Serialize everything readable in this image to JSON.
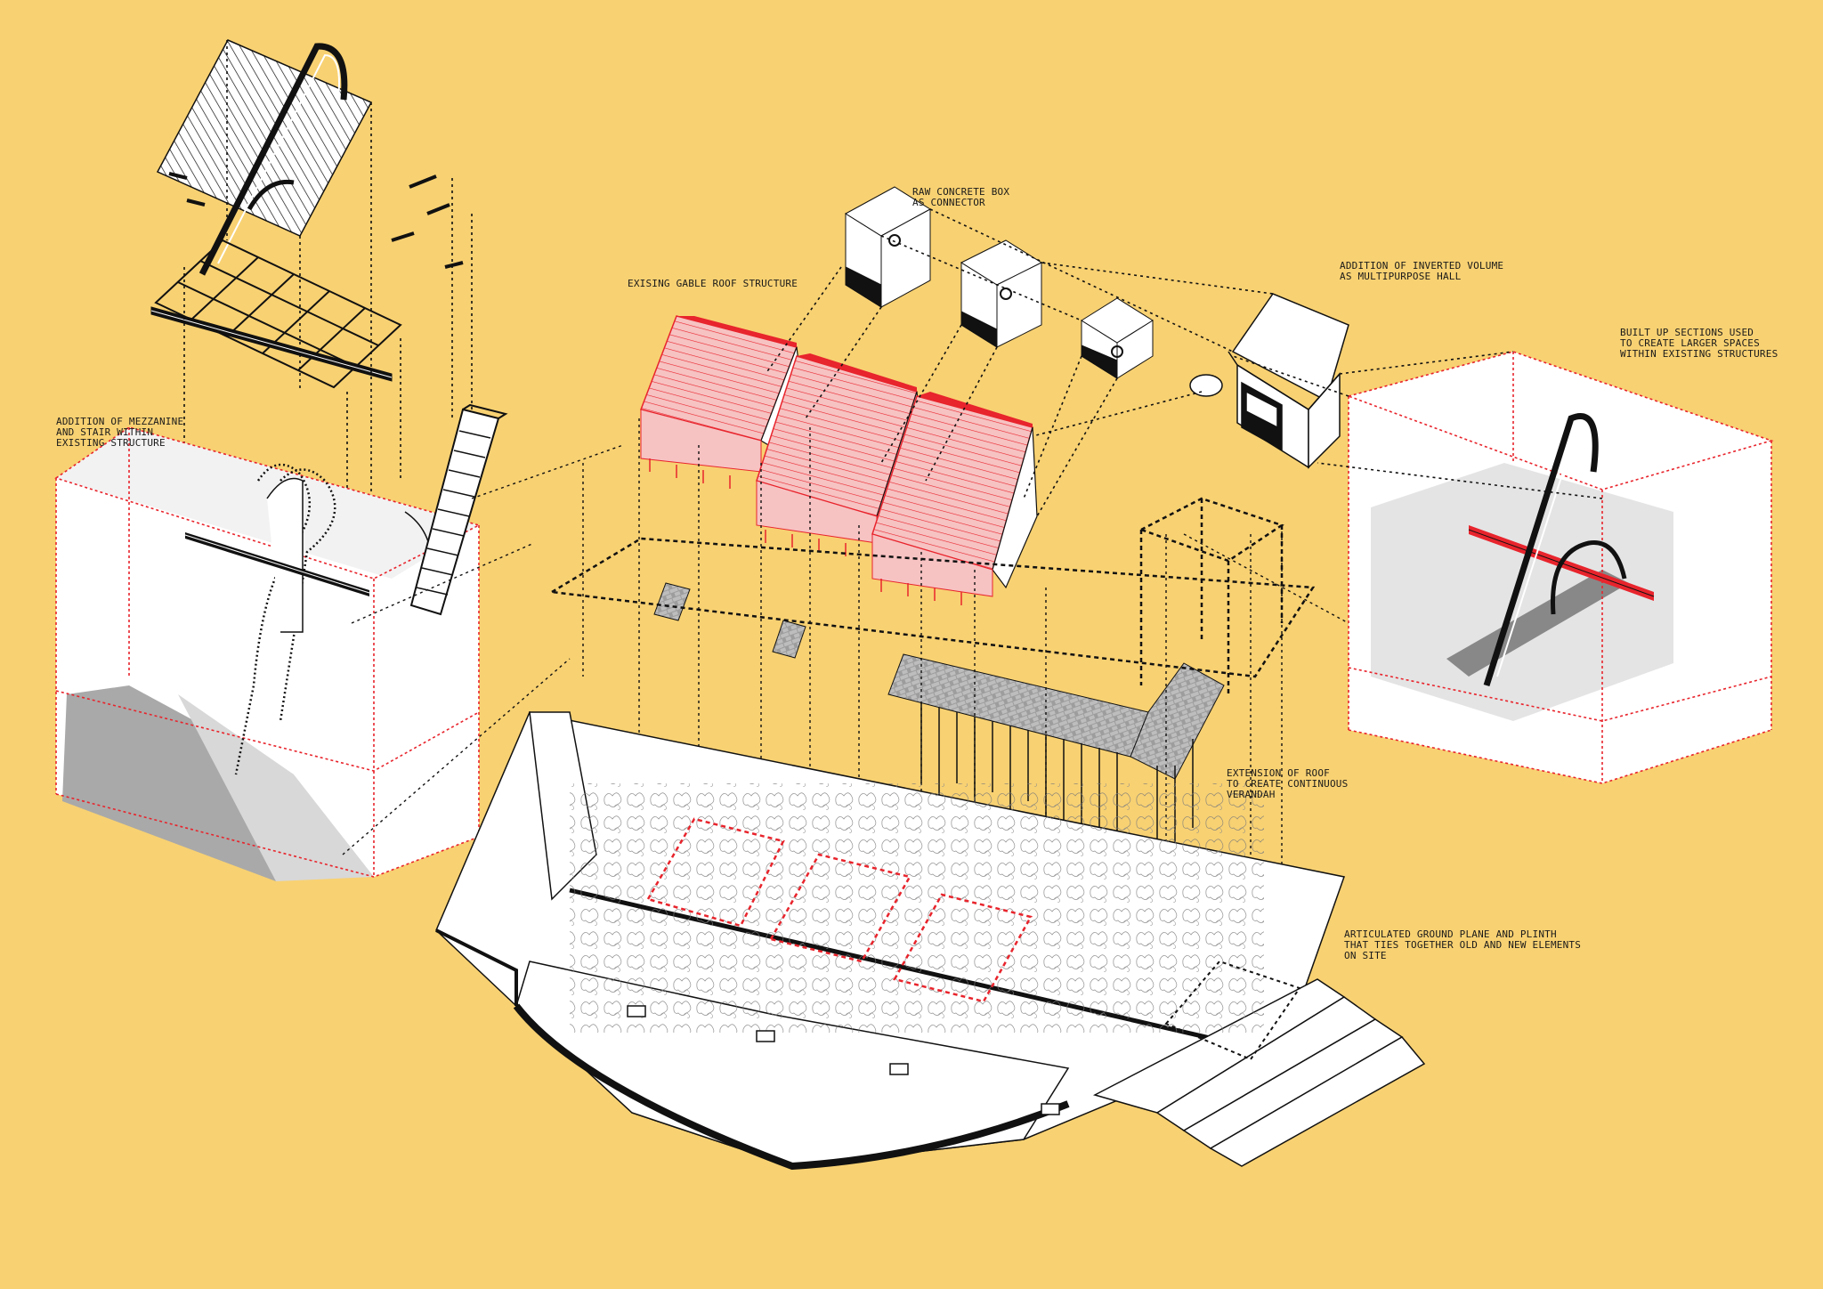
{
  "labels": {
    "mezzanine": [
      "ADDITION OF MEZZANINE",
      "AND STAIR WITHIN",
      "EXISTING STRUCTURE"
    ],
    "raw_concrete": [
      "RAW CONCRETE BOX",
      "AS CONNECTOR"
    ],
    "gable_roof": [
      "EXISING GABLE ROOF STRUCTURE"
    ],
    "inverted_volume": [
      "ADDITION OF INVERTED VOLUME",
      "AS MULTIPURPOSE HALL"
    ],
    "built_up": [
      "BUILT UP SECTIONS USED",
      "TO CREATE LARGER SPACES",
      "WITHIN EXISTING STRUCTURES"
    ],
    "roof_extension": [
      "EXTENSION OF ROOF",
      "TO CREATE CONTINUOUS",
      "VERANDAH"
    ],
    "ground_plane": [
      "ARTICULATED GROUND PLANE AND PLINTH",
      "THAT TIES TOGETHER OLD AND NEW ELEMENTS",
      "ON SITE"
    ]
  },
  "colors": {
    "background": "#f8d172",
    "linework": "#111111",
    "accent_red": "#e8242c",
    "roof_pink": "#f6b6b6",
    "shadow_grey": "#9a9a9a",
    "light_grey": "#e2e2e2"
  }
}
